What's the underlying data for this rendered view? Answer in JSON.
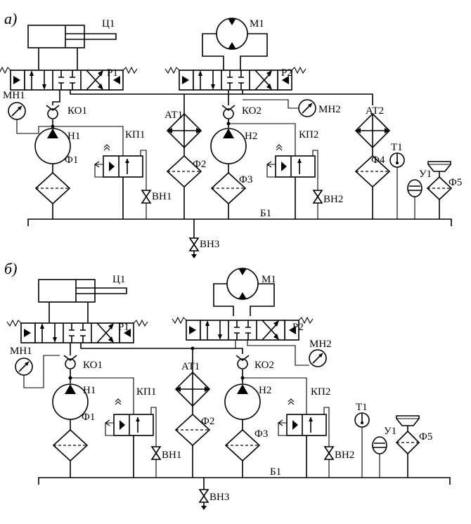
{
  "panel_a": {
    "label": "а)",
    "labels": {
      "c1": "Ц1",
      "r1": "Р1",
      "m1": "М1",
      "r2": "Р2",
      "mn1": "МН1",
      "ko1": "КО1",
      "h1": "Н1",
      "kp1": "КП1",
      "at1": "АТ1",
      "ko2": "КО2",
      "mn2": "МН2",
      "h2": "Н2",
      "kp2": "КП2",
      "at2": "АТ2",
      "f1": "Ф1",
      "f2": "Ф2",
      "f3": "Ф3",
      "f4": "Ф4",
      "f5": "Ф5",
      "vn1": "ВН1",
      "vn2": "ВН2",
      "vn3": "ВН3",
      "t1": "Т1",
      "u1": "У1",
      "b1": "Б1"
    }
  },
  "panel_b": {
    "label": "б)",
    "labels": {
      "c1": "Ц1",
      "r1": "Р1",
      "m1": "М1",
      "r2": "Р2",
      "mn1": "МН1",
      "ko1": "КО1",
      "h1": "Н1",
      "kp1": "КП1",
      "at1": "АТ1",
      "ko2": "КО2",
      "mn2": "МН2",
      "h2": "Н2",
      "kp2": "КП2",
      "f1": "Ф1",
      "f2": "Ф2",
      "f3": "Ф3",
      "f5": "Ф5",
      "vn1": "ВН1",
      "vn2": "ВН2",
      "vn3": "ВН3",
      "t1": "Т1",
      "u1": "У1",
      "b1": "Б1"
    }
  }
}
